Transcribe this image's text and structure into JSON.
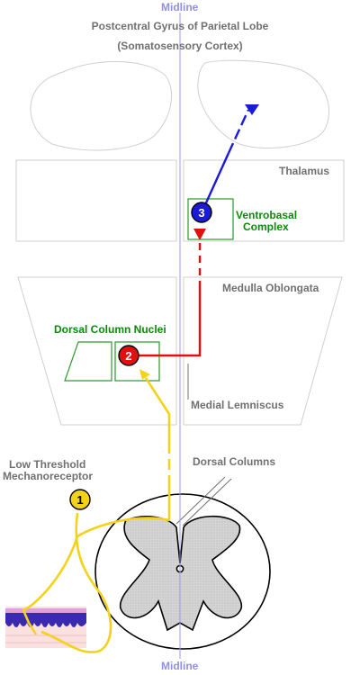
{
  "labels": {
    "midline_top": "Midline",
    "midline_bottom": "Midline",
    "cortex_line1": "Postcentral Gyrus of Parietal Lobe",
    "cortex_line2": "(Somatosensory Cortex)",
    "thalamus": "Thalamus",
    "ventrobasal_line1": "Ventrobasal",
    "ventrobasal_line2": "Complex",
    "medulla": "Medulla Oblongata",
    "dorsal_column_nuclei": "Dorsal Column Nuclei",
    "medial_lemniscus": "Medial Lemniscus",
    "dorsal_columns": "Dorsal Columns",
    "mechanoreceptor_line1": "Low Threshold",
    "mechanoreceptor_line2": "Mechanoreceptor"
  },
  "markers": {
    "one": "1",
    "two": "2",
    "three": "3"
  },
  "colors": {
    "first_order_neuron": "#f5d21a",
    "second_order_neuron": "#e01010",
    "third_order_neuron": "#1a1ad8",
    "midline": "#9a9aee",
    "outline": "#c8c8c8",
    "nucleus": "#2a9a2a",
    "label_grey": "#707070",
    "label_green": "#0a8a0a"
  }
}
